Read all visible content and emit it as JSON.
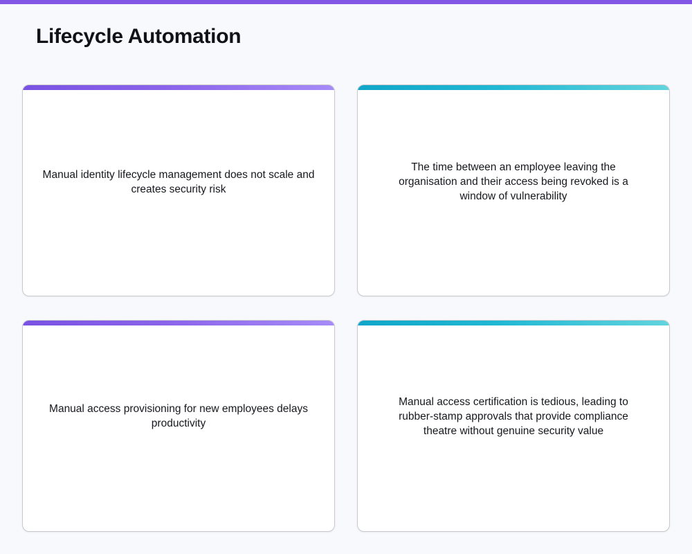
{
  "page": {
    "title": "Lifecycle Automation",
    "background_color": "#f8f9fc",
    "top_accent_color": "#8257e6"
  },
  "cards": [
    {
      "accent_theme": "purple",
      "accent_from": "#7a52e3",
      "accent_to": "#a78bf7",
      "text": "Manual identity lifecycle management does not scale and creates security risk"
    },
    {
      "accent_theme": "teal",
      "accent_from": "#10a6c9",
      "accent_to": "#62d4dd",
      "text": "The time between an employee leaving the organisation and their access being revoked is a window of vulnerability"
    },
    {
      "accent_theme": "purple",
      "accent_from": "#7a52e3",
      "accent_to": "#a78bf7",
      "text": "Manual access provisioning for new employees delays productivity"
    },
    {
      "accent_theme": "teal",
      "accent_from": "#10a6c9",
      "accent_to": "#62d4dd",
      "text": "Manual access certification is tedious, leading to rubber-stamp approvals that provide compliance theatre without genuine security value"
    }
  ]
}
